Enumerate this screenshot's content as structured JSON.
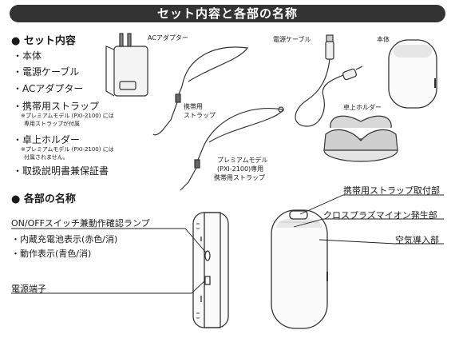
{
  "title": "セット内容と各部の名称",
  "set_section": {
    "heading": "● セット内容",
    "items": [
      "・本体",
      "・電源ケーブル",
      "・ACアダプター",
      "・携帯用ストラップ",
      "・卓上ホルダー",
      "・取扱説明書兼保証書"
    ],
    "strap_note": [
      "※プレミアムモデル (PXI-2100) には",
      "専用ストラップが付属"
    ],
    "holder_note": [
      "※プレミアムモデル (PXI-2100) には",
      "付属されません。"
    ]
  },
  "figure_labels": {
    "ac_adapter": "ACアダプター",
    "power_cable": "電源ケーブル",
    "body": "本体",
    "strap": [
      "携帯用",
      "ストラップ"
    ],
    "premium_strap": [
      "プレミアムモデル",
      "(PXI-2100)専用",
      "携帯用ストラップ"
    ],
    "desk_holder": "卓上ホルダー"
  },
  "parts_section": {
    "heading": "● 各部の名称",
    "left_labels": [
      "ON/OFFスイッチ兼動作確認ランプ",
      "・内蔵充電池表示(赤色/消)",
      "・動作表示(青色/消)"
    ],
    "power_terminal": "電源端子",
    "right_labels": [
      "携帯用ストラップ取付部",
      "クロスプラズマイオン発生部",
      "空気導入部"
    ]
  }
}
